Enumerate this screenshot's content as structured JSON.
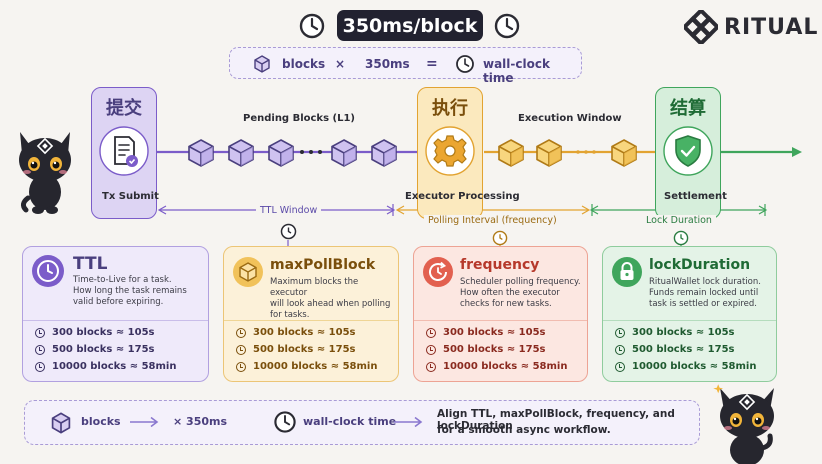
{
  "header": {
    "block_time": "350ms/block",
    "formula_blocks": "blocks",
    "formula_times": "×",
    "formula_ms": "350ms",
    "formula_eq": "=",
    "formula_result": "wall-clock time"
  },
  "brand": {
    "name": "RITUAL"
  },
  "stages": {
    "submit_title": "提交",
    "submit_label": "Tx Submit",
    "execute_title": "执行",
    "execute_label": "Executor Processing",
    "settle_title": "结算",
    "settle_label": "Settlement"
  },
  "flow": {
    "pending_label": "Pending Blocks (L1)",
    "execution_label": "Execution Window",
    "ttl_window": "TTL Window",
    "polling_interval": "Polling Interval (frequency)",
    "lock_duration": "Lock Duration"
  },
  "cards": [
    {
      "title": "TTL",
      "desc": [
        "Time-to-Live for a task.",
        "How long the task remains",
        "valid before expiring."
      ],
      "rows": [
        "300 blocks ≈ 105s",
        "500 blocks ≈ 175s",
        "10000 blocks ≈ 58min"
      ]
    },
    {
      "title": "maxPollBlock",
      "desc": [
        "Maximum blocks the executor",
        "will look ahead when polling",
        "for tasks."
      ],
      "rows": [
        "300 blocks ≈ 105s",
        "500 blocks ≈ 175s",
        "10000 blocks ≈ 58min"
      ]
    },
    {
      "title": "frequency",
      "desc": [
        "Scheduler polling frequency.",
        "How often the executor",
        "checks for new tasks."
      ],
      "rows": [
        "300 blocks ≈ 105s",
        "500 blocks ≈ 175s",
        "10000 blocks ≈ 58min"
      ]
    },
    {
      "title": "lockDuration",
      "desc": [
        "RitualWallet lock duration.",
        "Funds remain locked until",
        "task is settled or expired."
      ],
      "rows": [
        "300 blocks ≈ 105s",
        "500 blocks ≈ 175s",
        "10000 blocks ≈ 58min"
      ]
    }
  ],
  "bottom": {
    "blocks": "blocks",
    "times_ms": "× 350ms",
    "result": "wall-clock time",
    "note_line1": "Align TTL, maxPollBlock, frequency, and lockDuration",
    "note_line2": "for a smooth async workflow."
  },
  "colors": {
    "purple": "#7b5cc9",
    "purple_bg": "#ece7f8",
    "gold": "#e2a331",
    "gold_bg": "#fbf1dc",
    "coral": "#e2604f",
    "coral_bg": "#fbe7e2",
    "green": "#3fa55c",
    "green_bg": "#e3f3e6"
  }
}
